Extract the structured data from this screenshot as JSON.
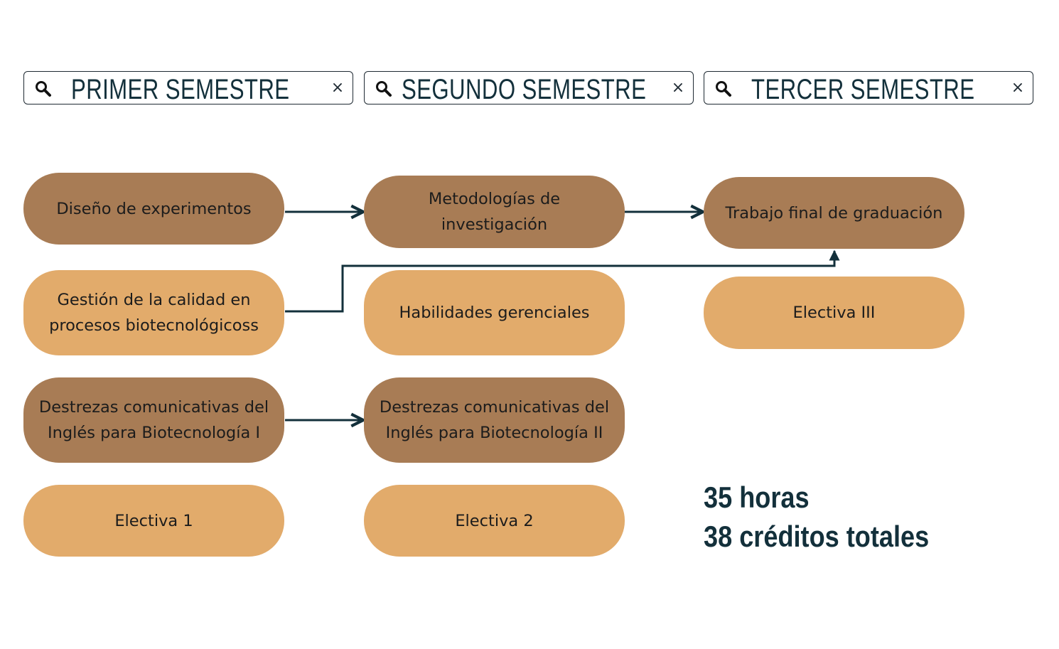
{
  "search_bars": [
    {
      "label": "PRIMER SEMESTRE",
      "search_icon": "search-icon",
      "close_icon": "close-icon",
      "close_glyph": "×"
    },
    {
      "label": "SEGUNDO SEMESTRE",
      "search_icon": "search-icon",
      "close_icon": "close-icon",
      "close_glyph": "×"
    },
    {
      "label": "TERCER SEMESTRE",
      "search_icon": "search-icon",
      "close_icon": "close-icon",
      "close_glyph": "×"
    }
  ],
  "semester_1": {
    "course_1": "Diseño de experimentos",
    "course_2": "Gestión de la calidad en procesos biotecnológicoss",
    "course_3": "Destrezas comunicativas del Inglés para Biotecnología I",
    "course_4": "Electiva 1"
  },
  "semester_2": {
    "course_1": "Metodologías de investigación",
    "course_2": "Habilidades gerenciales",
    "course_3": "Destrezas comunicativas del Inglés para Biotecnología II",
    "course_4": "Electiva 2"
  },
  "semester_3": {
    "course_1": "Trabajo final de graduación",
    "course_2": "Electiva III"
  },
  "summary": {
    "hours": "35 horas",
    "credits": "38 créditos totales"
  },
  "colors": {
    "dark_node": "#a87c55",
    "light_node": "#e2ab6b",
    "connector": "#13303b",
    "heading_text": "#13303b"
  }
}
